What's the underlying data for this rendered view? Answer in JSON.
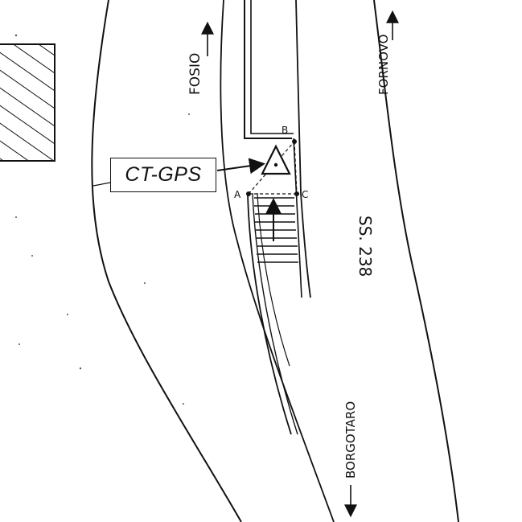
{
  "station_label": "CT-GPS",
  "directions": {
    "top_left": "FOSIO",
    "top_right": "FORNOVO",
    "bottom": "BORGOTARO"
  },
  "road_name": "SS. 238",
  "points": {
    "a": "A",
    "b": "B",
    "c": "C"
  },
  "colors": {
    "ink": "#111111",
    "paper": "#ffffff"
  }
}
